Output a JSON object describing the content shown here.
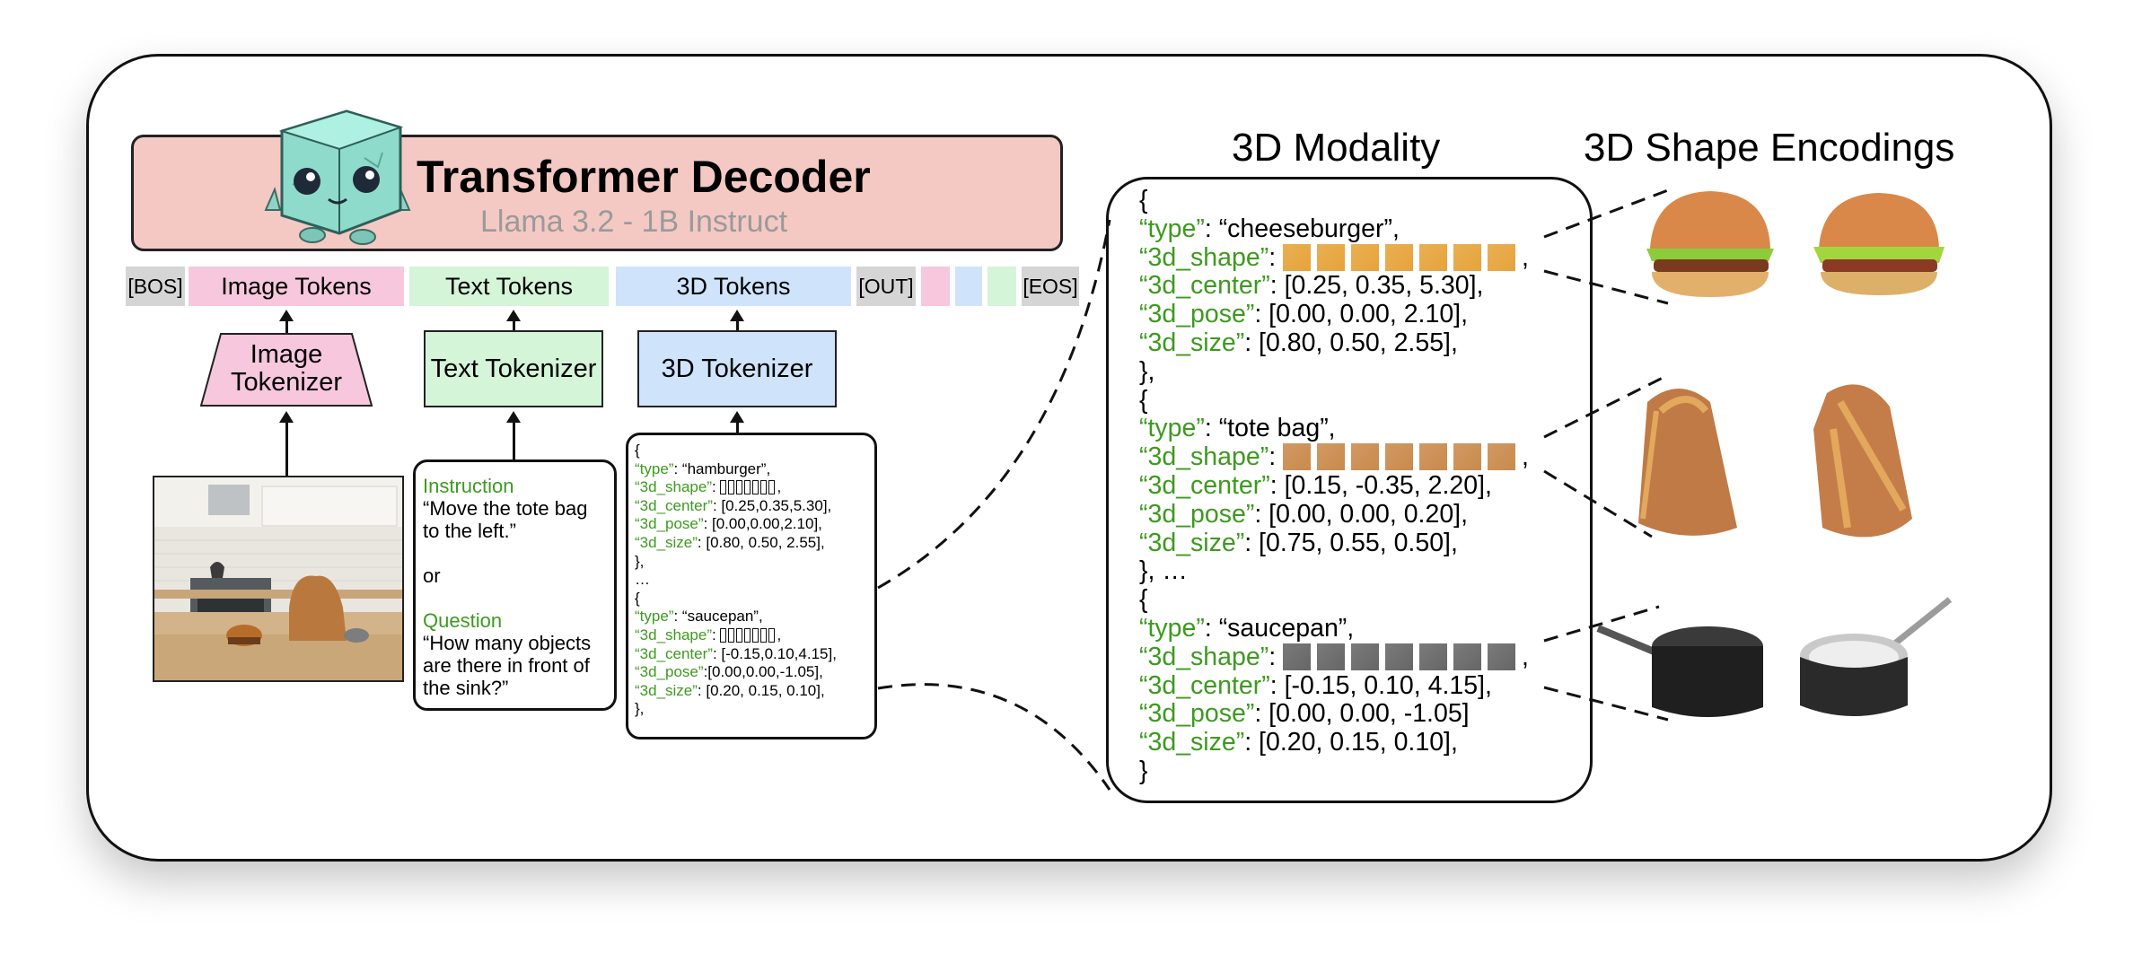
{
  "decoder": {
    "title": "Transformer Decoder",
    "subtitle": "Llama 3.2 - 1B Instruct"
  },
  "token_row": {
    "bos": "[BOS]",
    "image_tokens": "Image Tokens",
    "text_tokens": "Text Tokens",
    "tokens_3d": "3D Tokens",
    "out": "[OUT]",
    "eos": "[EOS]"
  },
  "tokenizers": {
    "image": [
      "Image",
      "Tokenizer"
    ],
    "text": "Text Tokenizer",
    "three_d": "3D Tokenizer"
  },
  "prompt": {
    "instruction_label": "Instruction",
    "instruction_text": [
      "“Move the tote bag",
      "to the left.”"
    ],
    "or": "or",
    "question_label": "Question",
    "question_text": [
      "“How many objects",
      "are there in front of",
      "the sink?”"
    ]
  },
  "json_small": {
    "open": "{",
    "obj1": {
      "type_key": "“type”",
      "type_val": ": “hamburger”,",
      "shape_key": "“3d_shape”",
      "center_key": "“3d_center”",
      "center_val": ": [0.25,0.35,5.30],",
      "pose_key": "“3d_pose”",
      "pose_val": ": [0.00,0.00,2.10],",
      "size_key": "“3d_size”",
      "size_val": ": [0.80, 0.50, 2.55],"
    },
    "close1": "},",
    "ellipsis": "…",
    "open2": "{",
    "obj2": {
      "type_key": "“type”",
      "type_val": ": “saucepan”,",
      "shape_key": "“3d_shape”",
      "center_key": "“3d_center”",
      "center_val": ": [-0.15,0.10,4.15],",
      "pose_key": "“3d_pose”",
      "pose_val": ":[0.00,0.00,-1.05],",
      "size_key": "“3d_size”",
      "size_val": ": [0.20, 0.15, 0.10],"
    },
    "close2": "},"
  },
  "headings": {
    "modality": "3D Modality",
    "encodings": "3D Shape Encodings"
  },
  "json_big": {
    "objects": [
      {
        "open": "{",
        "type_key": "“type”",
        "type_val": ": “cheeseburger”,",
        "shape_key": "“3d_shape”",
        "center_key": "“3d_center”",
        "center_val": ": [0.25, 0.35, 5.30],",
        "pose_key": "“3d_pose”",
        "pose_val": ": [0.00, 0.00, 2.10],",
        "size_key": "“3d_size”",
        "size_val": ": [0.80, 0.50, 2.55],",
        "close": "},",
        "color": "#e6a33a"
      },
      {
        "open": "{",
        "type_key": "“type”",
        "type_val": ": “tote bag”,",
        "shape_key": "“3d_shape”",
        "center_key": "“3d_center”",
        "center_val": ": [0.15, -0.35, 2.20],",
        "pose_key": "“3d_pose”",
        "pose_val": ": [0.00, 0.00, 0.20],",
        "size_key": "“3d_size”",
        "size_val": ": [0.75, 0.55, 0.50],",
        "close": "}, …",
        "color": "#c98a4c"
      },
      {
        "open": "{",
        "type_key": "“type”",
        "type_val": ": “saucepan”,",
        "shape_key": "“3d_shape”",
        "center_key": "“3d_center”",
        "center_val": ": [-0.15, 0.10, 4.15],",
        "pose_key": "“3d_pose”",
        "pose_val": ": [0.00, 0.00, -1.05]",
        "size_key": "“3d_size”",
        "size_val": ": [0.20, 0.15, 0.10],",
        "close": "}",
        "color": "#666666"
      }
    ]
  },
  "colors": {
    "image": "#f6c7dd",
    "text": "#d4f5d8",
    "three_d": "#cfe4fb",
    "decoder": "#f4c9c4",
    "green": "#3d9a1f"
  },
  "icons": {
    "mascot": "cube-robot-mascot",
    "kitchen": "kitchen-photo",
    "cheeseburger": "cheeseburger-render",
    "tote_bag": "tote-bag-render",
    "saucepan": "saucepan-render"
  }
}
